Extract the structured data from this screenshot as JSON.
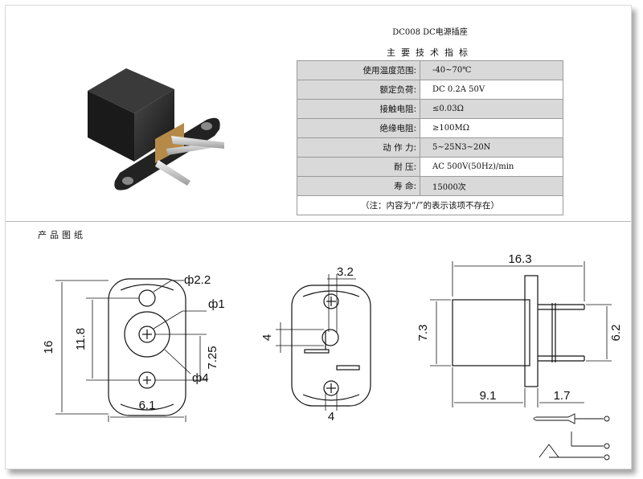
{
  "spec": {
    "title": "DC008  DC电源插座",
    "subtitle": "主要技术指标",
    "rows": [
      {
        "label": "使用温度范围:",
        "value": "-40~70℃"
      },
      {
        "label": "额定负荷:",
        "value": "DC 0.2A 50V"
      },
      {
        "label": "接触电阻:",
        "value": "≤0.03Ω"
      },
      {
        "label": "绝缘电阻:",
        "value": "≥100MΩ"
      },
      {
        "label": "动 作 力:",
        "value": "5~25N3~20N"
      },
      {
        "label": "耐     压:",
        "value": "AC 500V(50Hz)/min"
      },
      {
        "label": "寿     命:",
        "value": "15000次"
      }
    ],
    "note": "（注：内容为“/”的表示该项不存在）"
  },
  "drawing": {
    "section_title": "产品图纸",
    "front": {
      "phi_hole": "ф2.2",
      "phi_pin": "ф1",
      "phi_body": "ф4",
      "height": "16",
      "hole_spacing": "11.8",
      "center": "7.25",
      "width": "6.1"
    },
    "back": {
      "slot": "3.2",
      "left": "4",
      "bottom": "4"
    },
    "side": {
      "length": "16.3",
      "body_height": "7.3",
      "pin_height": "6.2",
      "body_len": "9.1",
      "pin_len": "1.7"
    }
  },
  "colors": {
    "table_shade": "#d9d9d9",
    "table_border": "#9a9a9a",
    "divider": "#b8b8b8"
  }
}
